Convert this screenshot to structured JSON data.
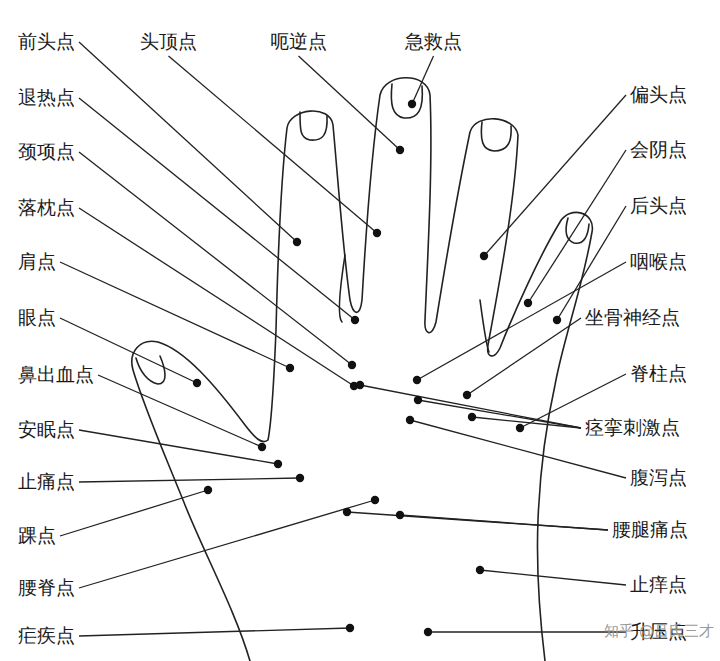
{
  "diagram": {
    "labels": [
      "前头点",
      "头顶点",
      "呃逆点",
      "急救点",
      "退热点",
      "颈项点",
      "落枕点",
      "肩点",
      "眼点",
      "鼻出血点",
      "安眠点",
      "止痛点",
      "踝点",
      "腰脊点",
      "疟疾点",
      "偏头点",
      "会阴点",
      "后头点",
      "咽喉点",
      "坐骨神经点",
      "脊柱点",
      "痉挛刺激点",
      "腹泻点",
      "腰腿痛点",
      "止痒点",
      "升压点",
      "知乎 @吕氏三才"
    ]
  }
}
